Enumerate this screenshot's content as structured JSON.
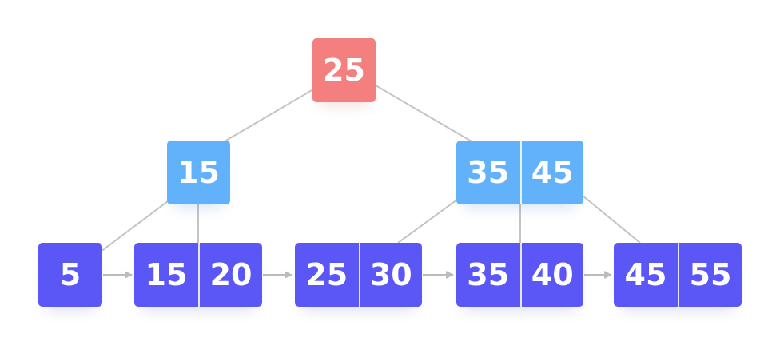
{
  "colors": {
    "root": "#f37f7f",
    "internal": "#61b1fb",
    "leaf": "#5a57f6",
    "edge": "#c4c4c4",
    "arrow": "#bcbcbc",
    "key_text": "#ffffff"
  },
  "tree": {
    "root": {
      "keys": [
        "25"
      ]
    },
    "internal": [
      {
        "keys": [
          "15"
        ]
      },
      {
        "keys": [
          "35",
          "45"
        ]
      }
    ],
    "leaves": [
      {
        "keys": [
          "5"
        ]
      },
      {
        "keys": [
          "15",
          "20"
        ]
      },
      {
        "keys": [
          "25",
          "30"
        ]
      },
      {
        "keys": [
          "35",
          "40"
        ]
      },
      {
        "keys": [
          "45",
          "55"
        ]
      }
    ]
  }
}
